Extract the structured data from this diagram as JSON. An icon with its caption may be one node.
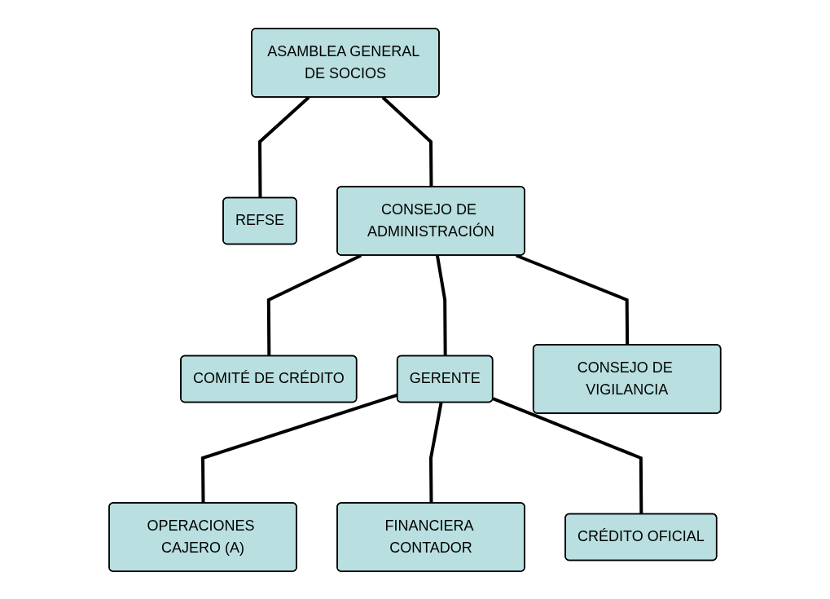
{
  "diagram": {
    "nodes": [
      {
        "text": [
          "ASAMBLEA GENERAL DE SOCIOS"
        ]
      },
      {
        "text": [
          "REFSE"
        ]
      },
      {
        "text": [
          "CONSEJO DE ADMINISTRACIÓN"
        ]
      },
      {
        "text": [
          "CONSEJO DE VIGILANCIA"
        ]
      },
      {
        "text": [
          "COMITÉ DE CRÉDITO"
        ]
      },
      {
        "text": [
          "GERENTE"
        ]
      },
      {
        "text": [
          "OPERACIONES CAJERO (A)"
        ]
      },
      {
        "text": [
          "FINANCIERA CONTADOR"
        ]
      },
      {
        "text": [
          "CRÉDITO OFICIAL"
        ]
      }
    ],
    "edges": [
      {
        "from": 0,
        "to": 1,
        "arrow": "none"
      },
      {
        "from": 0,
        "to": 2,
        "arrow": "none"
      },
      {
        "from": 2,
        "to": 3,
        "arrow": "none"
      },
      {
        "from": 2,
        "to": 4,
        "arrow": "none"
      },
      {
        "from": 2,
        "to": 5,
        "arrow": "none"
      },
      {
        "from": 5,
        "to": 6,
        "arrow": "none"
      },
      {
        "from": 5,
        "to": 7,
        "arrow": "none"
      },
      {
        "from": 5,
        "to": 8,
        "arrow": "none"
      }
    ]
  }
}
